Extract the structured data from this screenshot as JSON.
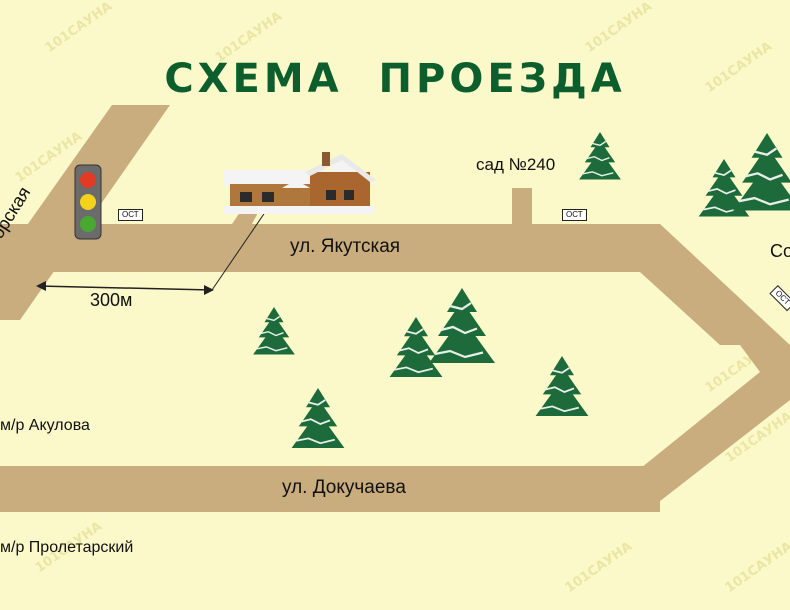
{
  "map": {
    "title": "СХЕМА   ПРОЕЗДА",
    "streets": {
      "yakutskaya": "ул. Якутская",
      "dokuchaeva": "ул. Докучаева",
      "diagonal": "орская",
      "right_edge": "Со"
    },
    "landmarks": {
      "garden": "сад №240"
    },
    "districts": {
      "akulova": "м/р Акулова",
      "proletarsky": "м/р Пролетарский"
    },
    "distance_label": "300м",
    "stops": {
      "stop_left": "ОСТ",
      "stop_middle": "ОСТ",
      "stop_right": "ОСТ"
    },
    "watermark": "101САУНА",
    "colors": {
      "background": "#fbf8c9",
      "road": "#c9ad7e",
      "title": "#0c5e2c",
      "tree": "#1d6a3a"
    },
    "icons": {
      "traffic_light": "traffic-light-icon",
      "house": "house-icon",
      "tree": "fir-tree-icon"
    }
  }
}
